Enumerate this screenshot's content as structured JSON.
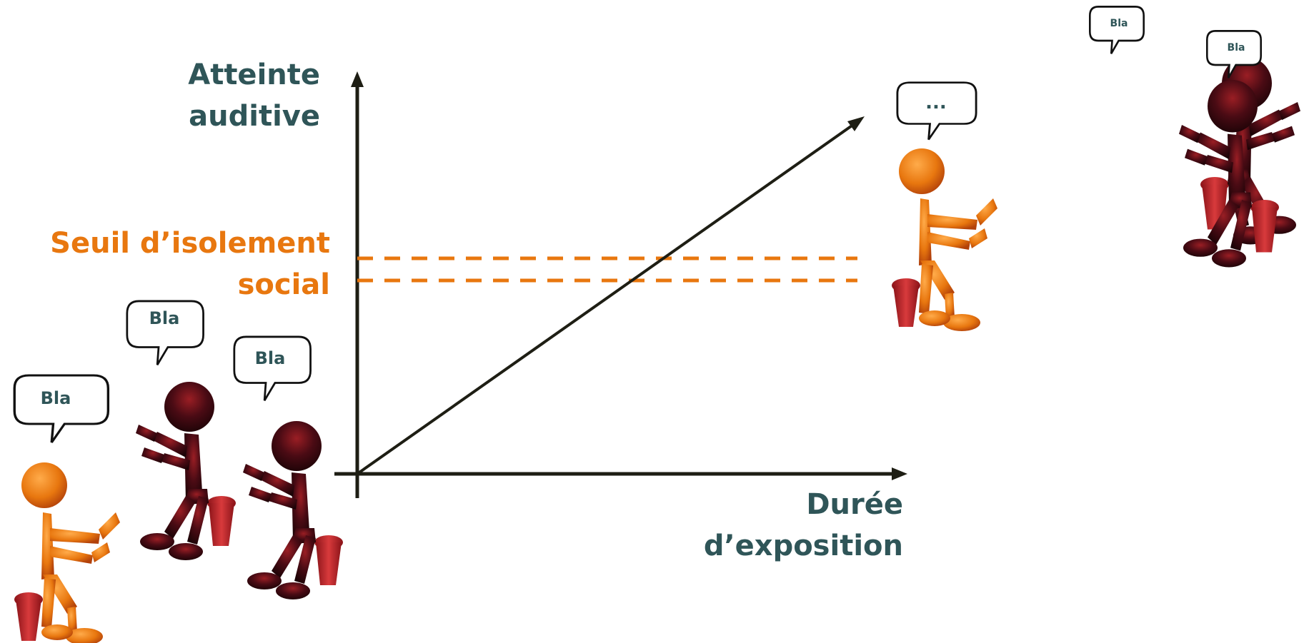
{
  "axes": {
    "y_label_line1": "Atteinte",
    "y_label_line2": "auditive",
    "x_label_line1": "Durée",
    "x_label_line2": "d’exposition"
  },
  "threshold": {
    "label_line1": "Seuil d’isolement",
    "label_line2": "social"
  },
  "bubbles": {
    "left_1": "Bla",
    "left_2": "Bla",
    "left_3": "Bla",
    "isolated": "...",
    "right_1": "Bla",
    "right_2": "Bla"
  },
  "colors": {
    "axis": "#1e1e14",
    "threshold": "#e8770f",
    "label_teal": "#2f5558",
    "orange_figure": "#e8770f",
    "dark_figure": "#3a0a10",
    "stool": "#b8222a"
  }
}
